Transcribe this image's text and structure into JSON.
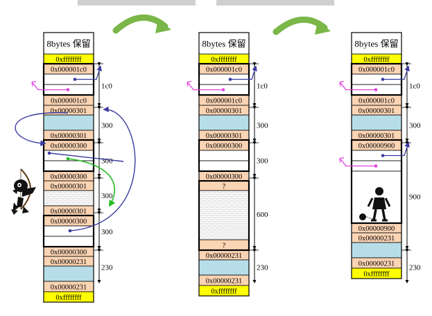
{
  "header_block": "8bytes 保留",
  "colors": {
    "yellow": "#ffff00",
    "peach": "#fbd4b4",
    "teal": "#b7dee8",
    "gray": "#c0c0c0",
    "white": "#ffffff",
    "black": "#000000",
    "navy": "#3a3aa0",
    "pink": "#e040e0",
    "green": "#22bb22",
    "tealGreen": "#7ab648"
  },
  "columns": [
    {
      "blocks": [
        {
          "kind": "header",
          "text": "8bytes 保留"
        },
        {
          "kind": "yellow",
          "text": "0xffffffff"
        },
        {
          "kind": "peach",
          "text": "0x000001c0",
          "bold": true
        },
        {
          "kind": "white"
        },
        {
          "kind": "white"
        },
        {
          "kind": "peach",
          "text": "0x000001c0"
        },
        {
          "kind": "peach",
          "text": "0x00000301"
        },
        {
          "kind": "teal"
        },
        {
          "kind": "peach",
          "text": "0x00000301"
        },
        {
          "kind": "peach",
          "text": "0x00000300",
          "bold": true
        },
        {
          "kind": "white"
        },
        {
          "kind": "white"
        },
        {
          "kind": "peach",
          "text": "0x00000300"
        },
        {
          "kind": "peach",
          "text": "0x00000301"
        },
        {
          "kind": "gray"
        },
        {
          "kind": "peach",
          "text": "0x00000301"
        },
        {
          "kind": "peach",
          "text": "0x00000300",
          "bold": true
        },
        {
          "kind": "white"
        },
        {
          "kind": "white"
        },
        {
          "kind": "peach",
          "text": "0x00000300"
        },
        {
          "kind": "peach",
          "text": "0x00000231"
        },
        {
          "kind": "teal"
        },
        {
          "kind": "peach",
          "text": "0x00000231"
        },
        {
          "kind": "yellow",
          "text": "0xffffffff"
        }
      ],
      "sizes": [
        "1c0",
        "300",
        "300",
        "300",
        "300",
        "230"
      ]
    },
    {
      "blocks": [
        {
          "kind": "header",
          "text": "8bytes 保留"
        },
        {
          "kind": "yellow",
          "text": "0xffffffff"
        },
        {
          "kind": "peach",
          "text": "0x000001c0",
          "bold": true
        },
        {
          "kind": "white"
        },
        {
          "kind": "white"
        },
        {
          "kind": "peach",
          "text": "0x000001c0"
        },
        {
          "kind": "peach",
          "text": "0x00000301"
        },
        {
          "kind": "teal"
        },
        {
          "kind": "peach",
          "text": "0x00000301"
        },
        {
          "kind": "peach",
          "text": "0x00000300",
          "bold": true
        },
        {
          "kind": "white"
        },
        {
          "kind": "white"
        },
        {
          "kind": "peach",
          "text": "0x00000300"
        },
        {
          "kind": "peach",
          "text": "?"
        },
        {
          "kind": "gray"
        },
        {
          "kind": "peach",
          "text": "?"
        },
        {
          "kind": "peach",
          "text": "0x00000231"
        },
        {
          "kind": "teal"
        },
        {
          "kind": "peach",
          "text": "0x00000231"
        },
        {
          "kind": "yellow",
          "text": "0xffffffff"
        }
      ],
      "sizes": [
        "1c0",
        "300",
        "300",
        "600",
        "230"
      ]
    },
    {
      "blocks": [
        {
          "kind": "header",
          "text": "8bytes 保留"
        },
        {
          "kind": "yellow",
          "text": "0xffffffff"
        },
        {
          "kind": "peach",
          "text": "0x000001c0",
          "bold": true
        },
        {
          "kind": "white"
        },
        {
          "kind": "white"
        },
        {
          "kind": "peach",
          "text": "0x000001c0"
        },
        {
          "kind": "peach",
          "text": "0x00000301"
        },
        {
          "kind": "teal"
        },
        {
          "kind": "peach",
          "text": "0x00000301"
        },
        {
          "kind": "peach",
          "text": "0x00000900",
          "bold": true
        },
        {
          "kind": "white"
        },
        {
          "kind": "white"
        },
        {
          "kind": "white"
        },
        {
          "kind": "peach",
          "text": "0x00000900"
        },
        {
          "kind": "peach",
          "text": "0x00000231"
        },
        {
          "kind": "teal"
        },
        {
          "kind": "peach",
          "text": "0x00000231"
        },
        {
          "kind": "yellow",
          "text": "0xffffffff"
        }
      ],
      "sizes": [
        "1c0",
        "300",
        "900",
        "230"
      ]
    }
  ],
  "icons": [
    "archer-icon",
    "prisoner-ball-chain-icon",
    "curved-green-arrow-icon",
    "back-pointer-arrow-icon",
    "forward-pointer-arrow-icon"
  ]
}
